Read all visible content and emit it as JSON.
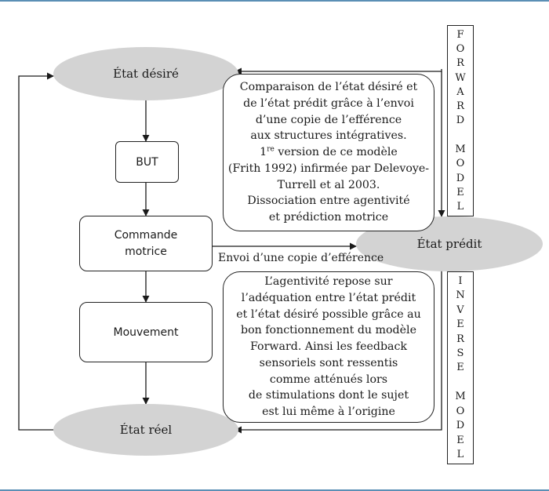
{
  "nodes": {
    "etat_desire": "État désiré",
    "etat_predit": "État prédit",
    "etat_reel": "État réel",
    "but": "BUT",
    "commande_line1": "Commande",
    "commande_line2": "motrice",
    "mouvement": "Mouvement"
  },
  "edge_label": "Envoi d’une copie d’efférence",
  "forward_model": [
    "F",
    "O",
    "R",
    "W",
    "A",
    "R",
    "D",
    "",
    "M",
    "O",
    "D",
    "E",
    "L"
  ],
  "inverse_model": [
    "I",
    "N",
    "V",
    "E",
    "R",
    "S",
    "E",
    "",
    "M",
    "O",
    "D",
    "E",
    "L"
  ],
  "notes": {
    "top_lines": [
      "Comparaison de l’état désiré et",
      "de l’état prédit grâce à l’envoi",
      "d’une copie de l’efférence",
      "aux structures intégratives."
    ],
    "top_version_num": "1",
    "top_version_sup": "re",
    "top_version_rest": " version de ce modèle",
    "top_lines_2": [
      "(Frith 1992) infirmée par Delevoye-",
      "Turrell et al 2003.",
      "Dissociation entre agentivité",
      "et prédiction motrice"
    ],
    "bottom_lines": [
      "L’agentivité repose sur",
      "l’adéquation entre l’état prédit",
      "et l’état désiré possible grâce au",
      "bon fonctionnement du modèle",
      "Forward. Ainsi les feedback",
      "sensoriels sont ressentis",
      "comme atténués lors",
      "de stimulations dont le sujet",
      "est lui même à l’origine"
    ]
  }
}
